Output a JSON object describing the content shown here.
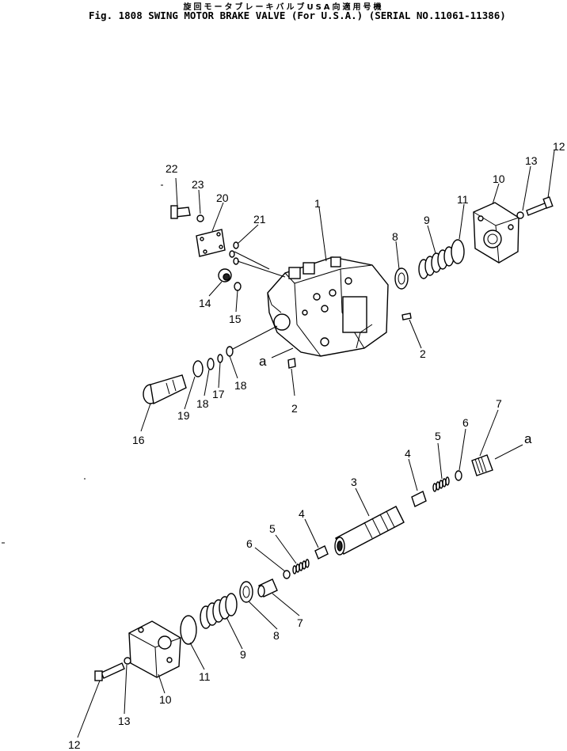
{
  "header": {
    "title_jp": "旋回モータブレーキバルブUSA向適用号機",
    "title_en": "Fig. 1808  SWING MOTOR BRAKE VALVE (For U.S.A.) (SERIAL NO.11061-11386)"
  },
  "callouts": {
    "c1": "1",
    "c2a": "2",
    "c2b": "2",
    "c8a": "8",
    "c9a": "9",
    "c11a": "11",
    "c10a": "10",
    "c13a": "13",
    "c12a": "12",
    "c22": "22",
    "c23": "23",
    "c20": "20",
    "c21": "21",
    "c14": "14",
    "c15": "15",
    "c16": "16",
    "c19": "19",
    "c18a": "18",
    "c17": "17",
    "c18b": "18",
    "ca1": "a",
    "ca2": "a",
    "c7a": "7",
    "c6a": "6",
    "c5a": "5",
    "c4a": "4",
    "c3": "3",
    "c4b": "4",
    "c5b": "5",
    "c6b": "6",
    "c7b": "7",
    "c8b": "8",
    "c9b": "9",
    "c11b": "11",
    "c10b": "10",
    "c13b": "13",
    "c12b": "12"
  }
}
